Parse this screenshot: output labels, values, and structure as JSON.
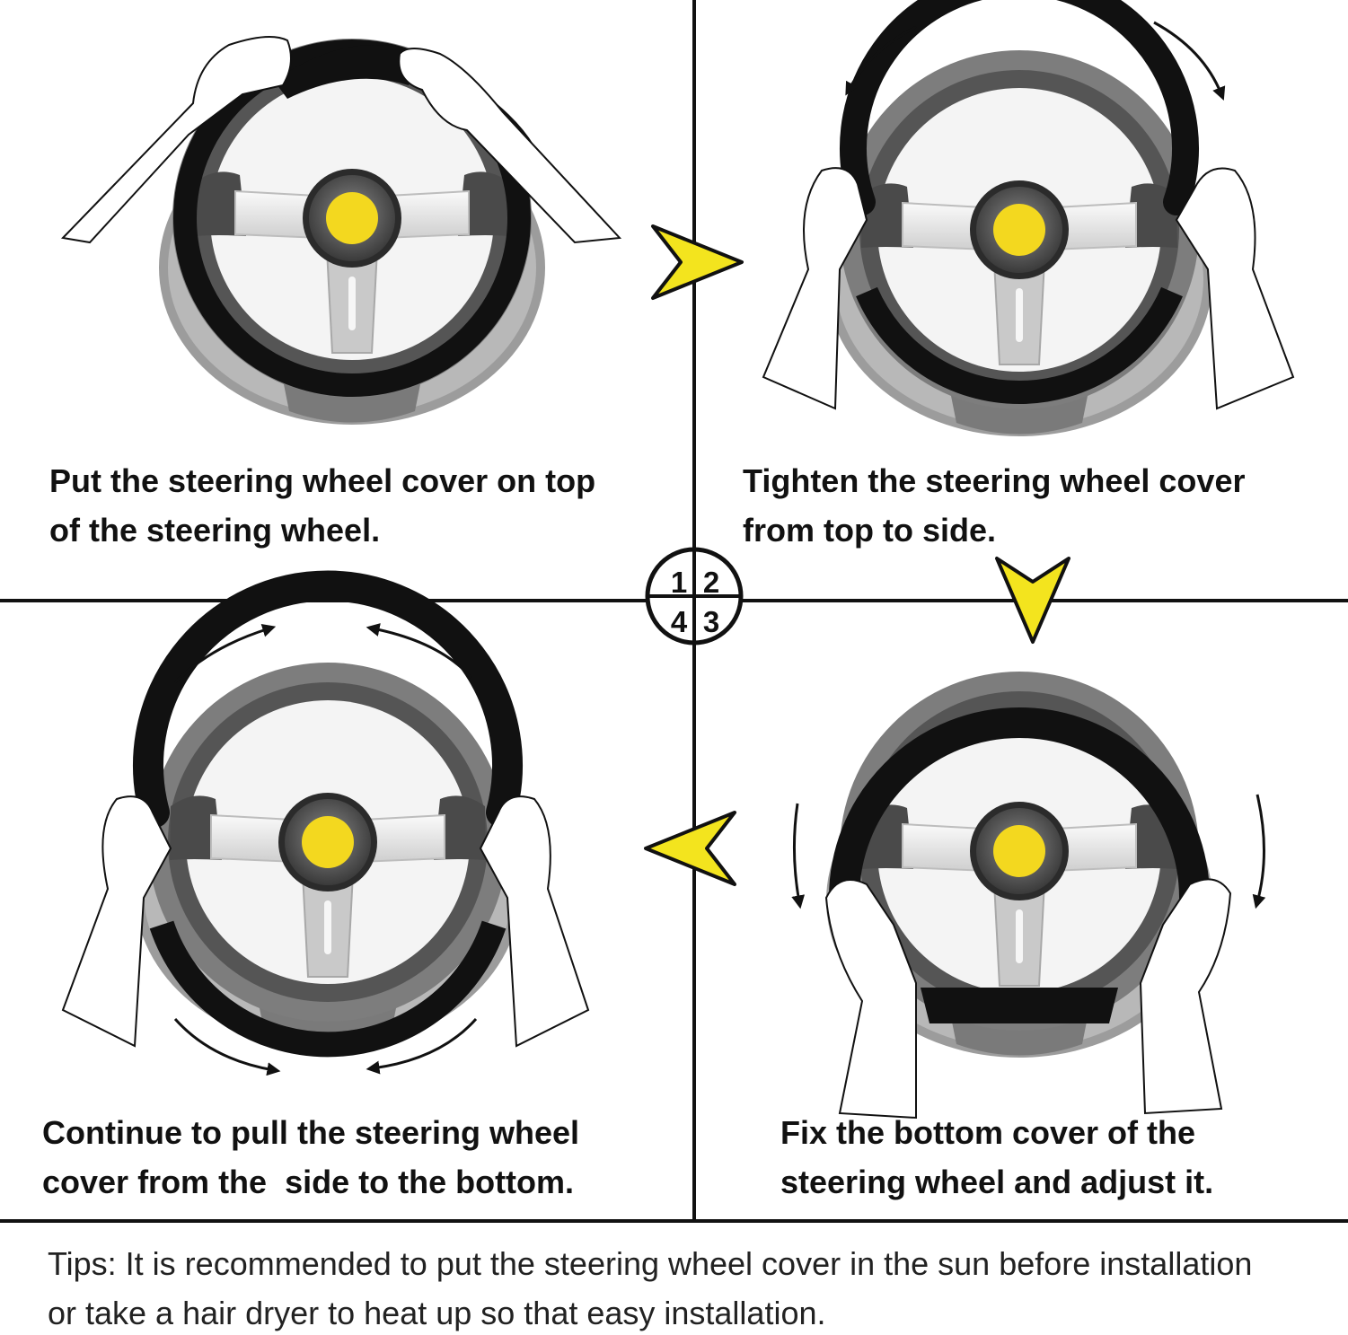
{
  "steps": [
    {
      "number": "1",
      "lines": [
        "Put the steering wheel cover on top",
        "of the steering wheel."
      ]
    },
    {
      "number": "2",
      "lines": [
        "Tighten the steering wheel cover",
        "from top to side."
      ]
    },
    {
      "number": "3",
      "lines": [
        "Fix the bottom cover of the",
        "steering wheel and adjust it."
      ]
    },
    {
      "number": "4",
      "lines": [
        "Continue to pull the steering wheel",
        "cover from the  side to the bottom."
      ]
    }
  ],
  "tips": {
    "lines": [
      "Tips: It is recommended to put the steering wheel cover in the sun before installation",
      "or take a hair dryer to heat up so that easy installation."
    ]
  },
  "colors": {
    "cover": "#111111",
    "hub_yellow": "#f3d81f",
    "arrow_yellow": "#f3e41e",
    "rim_gray": "#7d7d7d",
    "dashboard_gray": "#aeaeae",
    "divider": "#111111"
  }
}
